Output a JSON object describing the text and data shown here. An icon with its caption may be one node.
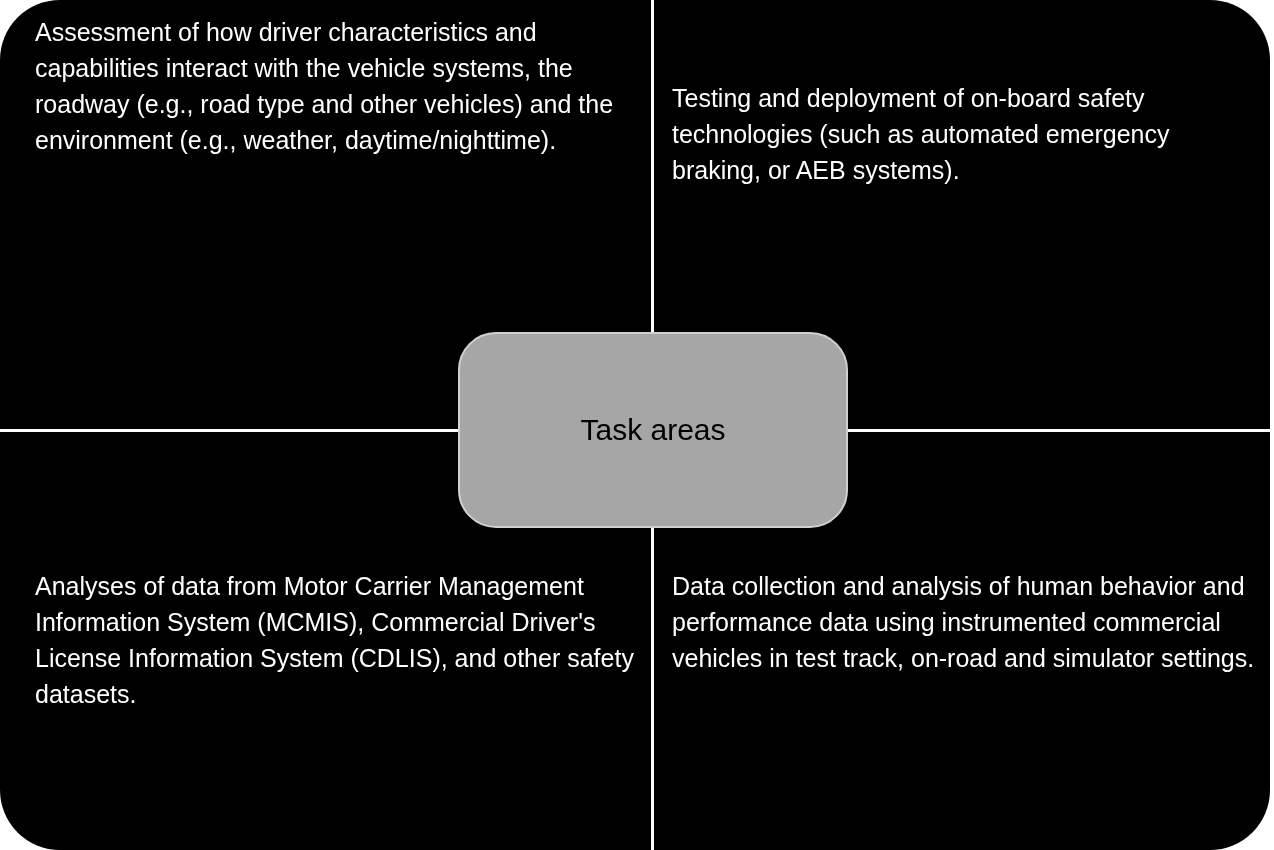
{
  "diagram": {
    "nodes": [
      {
        "text": [
          "Assessment of how driver characteristics and capabilities interact with the vehicle systems, the roadway (e.g., road type and other vehicles) and the environment (e.g., weather, daytime/nighttime)."
        ]
      },
      {
        "text": [
          "Testing and deployment of on-board safety technologies (such as automated emergency braking, or AEB systems)."
        ]
      },
      {
        "text": [
          "Task areas"
        ]
      },
      {
        "text": [
          "Analyses of data from Motor Carrier Management Information System (MCMIS), Commercial Driver's License Information System (CDLIS), and other safety datasets."
        ]
      },
      {
        "text": [
          "Data collection and analysis of human behavior and performance data using instrumented commercial vehicles in test track, on-road and simulator settings."
        ]
      }
    ],
    "edges": []
  }
}
